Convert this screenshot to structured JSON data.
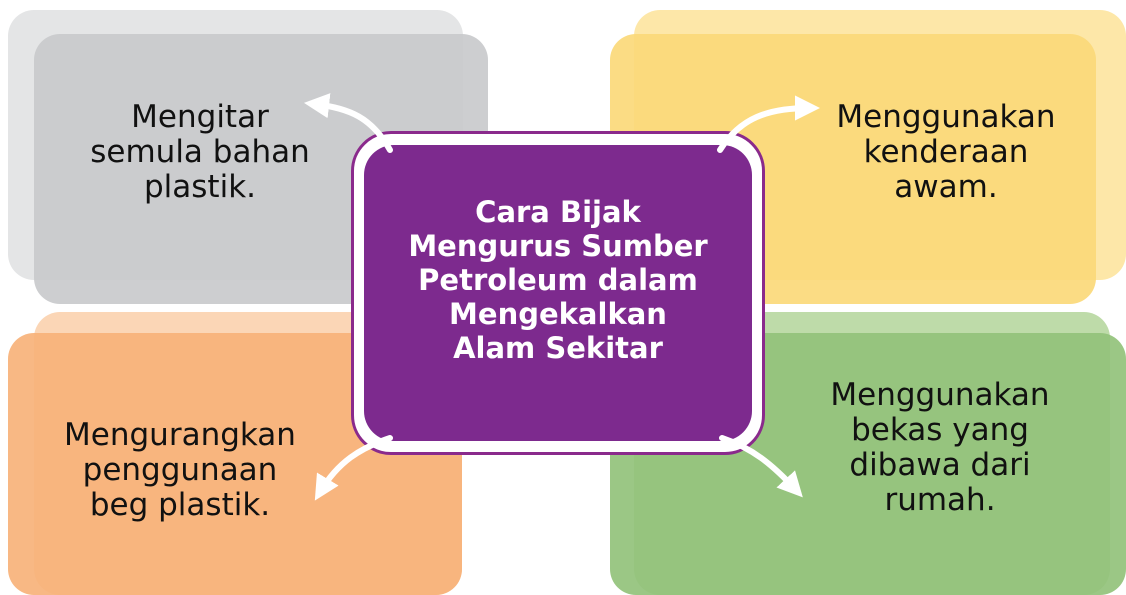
{
  "center": {
    "lines": [
      "Cara Bijak",
      "Mengurus Sumber",
      "Petroleum dalam",
      "Mengekalkan",
      "Alam Sekitar"
    ]
  },
  "boxes": {
    "top_left": {
      "lines": [
        "Mengitar",
        "semula bahan",
        "plastik."
      ],
      "color": "#c9cacc"
    },
    "top_right": {
      "lines": [
        "Menggunakan",
        "kenderaan",
        "awam."
      ],
      "color": "#fbd97a"
    },
    "bottom_left": {
      "lines": [
        "Mengurangkan",
        "penggunaan",
        "beg plastik."
      ],
      "color": "#f7b27a"
    },
    "bottom_right": {
      "lines": [
        "Menggunakan",
        "bekas yang",
        "dibawa dari",
        "rumah."
      ],
      "color": "#93c27b"
    }
  },
  "colors": {
    "center_fill": "#7d2a8e",
    "center_border": "#8a2a8c",
    "arrow": "#ffffff"
  },
  "icons": [
    "arrow-top-left-icon",
    "arrow-top-right-icon",
    "arrow-bottom-left-icon",
    "arrow-bottom-right-icon"
  ]
}
